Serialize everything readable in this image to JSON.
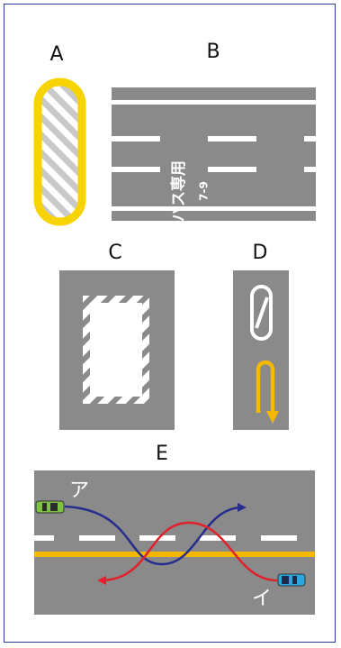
{
  "labels": {
    "a": "A",
    "b": "B",
    "c": "C",
    "d": "D",
    "e": "E"
  },
  "panel_b": {
    "road_text": "バス専用",
    "time_text": "7-9"
  },
  "panel_e": {
    "car_green_label": "ア",
    "car_blue_label": "イ"
  },
  "colors": {
    "road": "#8a8a8a",
    "yellow": "#f7d300",
    "orange": "#f5b800",
    "navy_path": "#262d8c",
    "red_path": "#e0202a",
    "green_car": "#7dc242",
    "blue_car": "#2ba6de",
    "frame": "#2a3b8f"
  }
}
